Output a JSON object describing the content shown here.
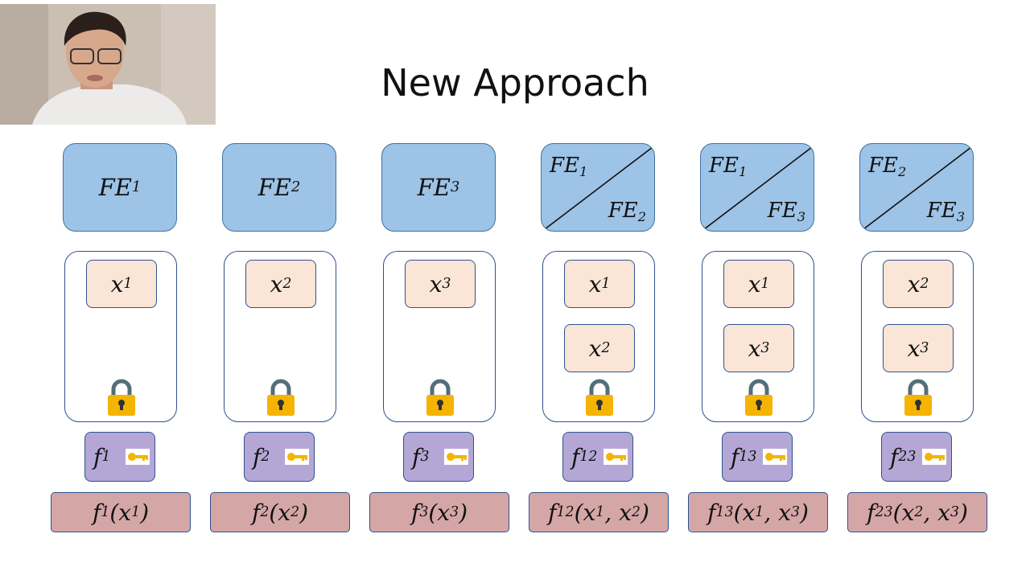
{
  "slide": {
    "title": "New Approach"
  },
  "columns": [
    {
      "fe": [
        "FE",
        "1"
      ],
      "inputs": [
        [
          "x",
          "1"
        ]
      ],
      "func": [
        "f",
        "1"
      ],
      "output": "f₁(x₁)",
      "out_parts": [
        [
          "f",
          "1"
        ],
        [
          "(x",
          "1"
        ],
        [
          ")",
          ""
        ]
      ]
    },
    {
      "fe": [
        "FE",
        "2"
      ],
      "inputs": [
        [
          "x",
          "2"
        ]
      ],
      "func": [
        "f",
        "2"
      ],
      "out_parts": [
        [
          "f",
          "2"
        ],
        [
          "(x",
          "2"
        ],
        [
          ")",
          ""
        ]
      ]
    },
    {
      "fe": [
        "FE",
        "3"
      ],
      "inputs": [
        [
          "x",
          "3"
        ]
      ],
      "func": [
        "f",
        "3"
      ],
      "out_parts": [
        [
          "f",
          "3"
        ],
        [
          "(x",
          "3"
        ],
        [
          ")",
          ""
        ]
      ]
    },
    {
      "fe_split": [
        [
          "FE",
          "1"
        ],
        [
          "FE",
          "2"
        ]
      ],
      "inputs": [
        [
          "x",
          "1"
        ],
        [
          "x",
          "2"
        ]
      ],
      "func": [
        "f",
        "12"
      ],
      "out_parts": [
        [
          "f",
          "12"
        ],
        [
          "(x",
          "1"
        ],
        [
          ", x",
          "2"
        ],
        [
          ")",
          ""
        ]
      ]
    },
    {
      "fe_split": [
        [
          "FE",
          "1"
        ],
        [
          "FE",
          "3"
        ]
      ],
      "inputs": [
        [
          "x",
          "1"
        ],
        [
          "x",
          "3"
        ]
      ],
      "func": [
        "f",
        "13"
      ],
      "out_parts": [
        [
          "f",
          "13"
        ],
        [
          "(x",
          "1"
        ],
        [
          ", x",
          "3"
        ],
        [
          ")",
          ""
        ]
      ]
    },
    {
      "fe_split": [
        [
          "FE",
          "2"
        ],
        [
          "FE",
          "3"
        ]
      ],
      "inputs": [
        [
          "x",
          "2"
        ],
        [
          "x",
          "3"
        ]
      ],
      "func": [
        "f",
        "23"
      ],
      "out_parts": [
        [
          "f",
          "23"
        ],
        [
          "(x",
          "2"
        ],
        [
          ", x",
          "3"
        ],
        [
          ")",
          ""
        ]
      ]
    }
  ],
  "icons": {
    "lock": "padlock-icon",
    "key": "key-icon",
    "lock_color": "#f4b400",
    "fe_color": "#9dc3e6",
    "input_color": "#fbe5d6",
    "func_color": "#b4a7d6",
    "output_color": "#d5a6a6"
  }
}
